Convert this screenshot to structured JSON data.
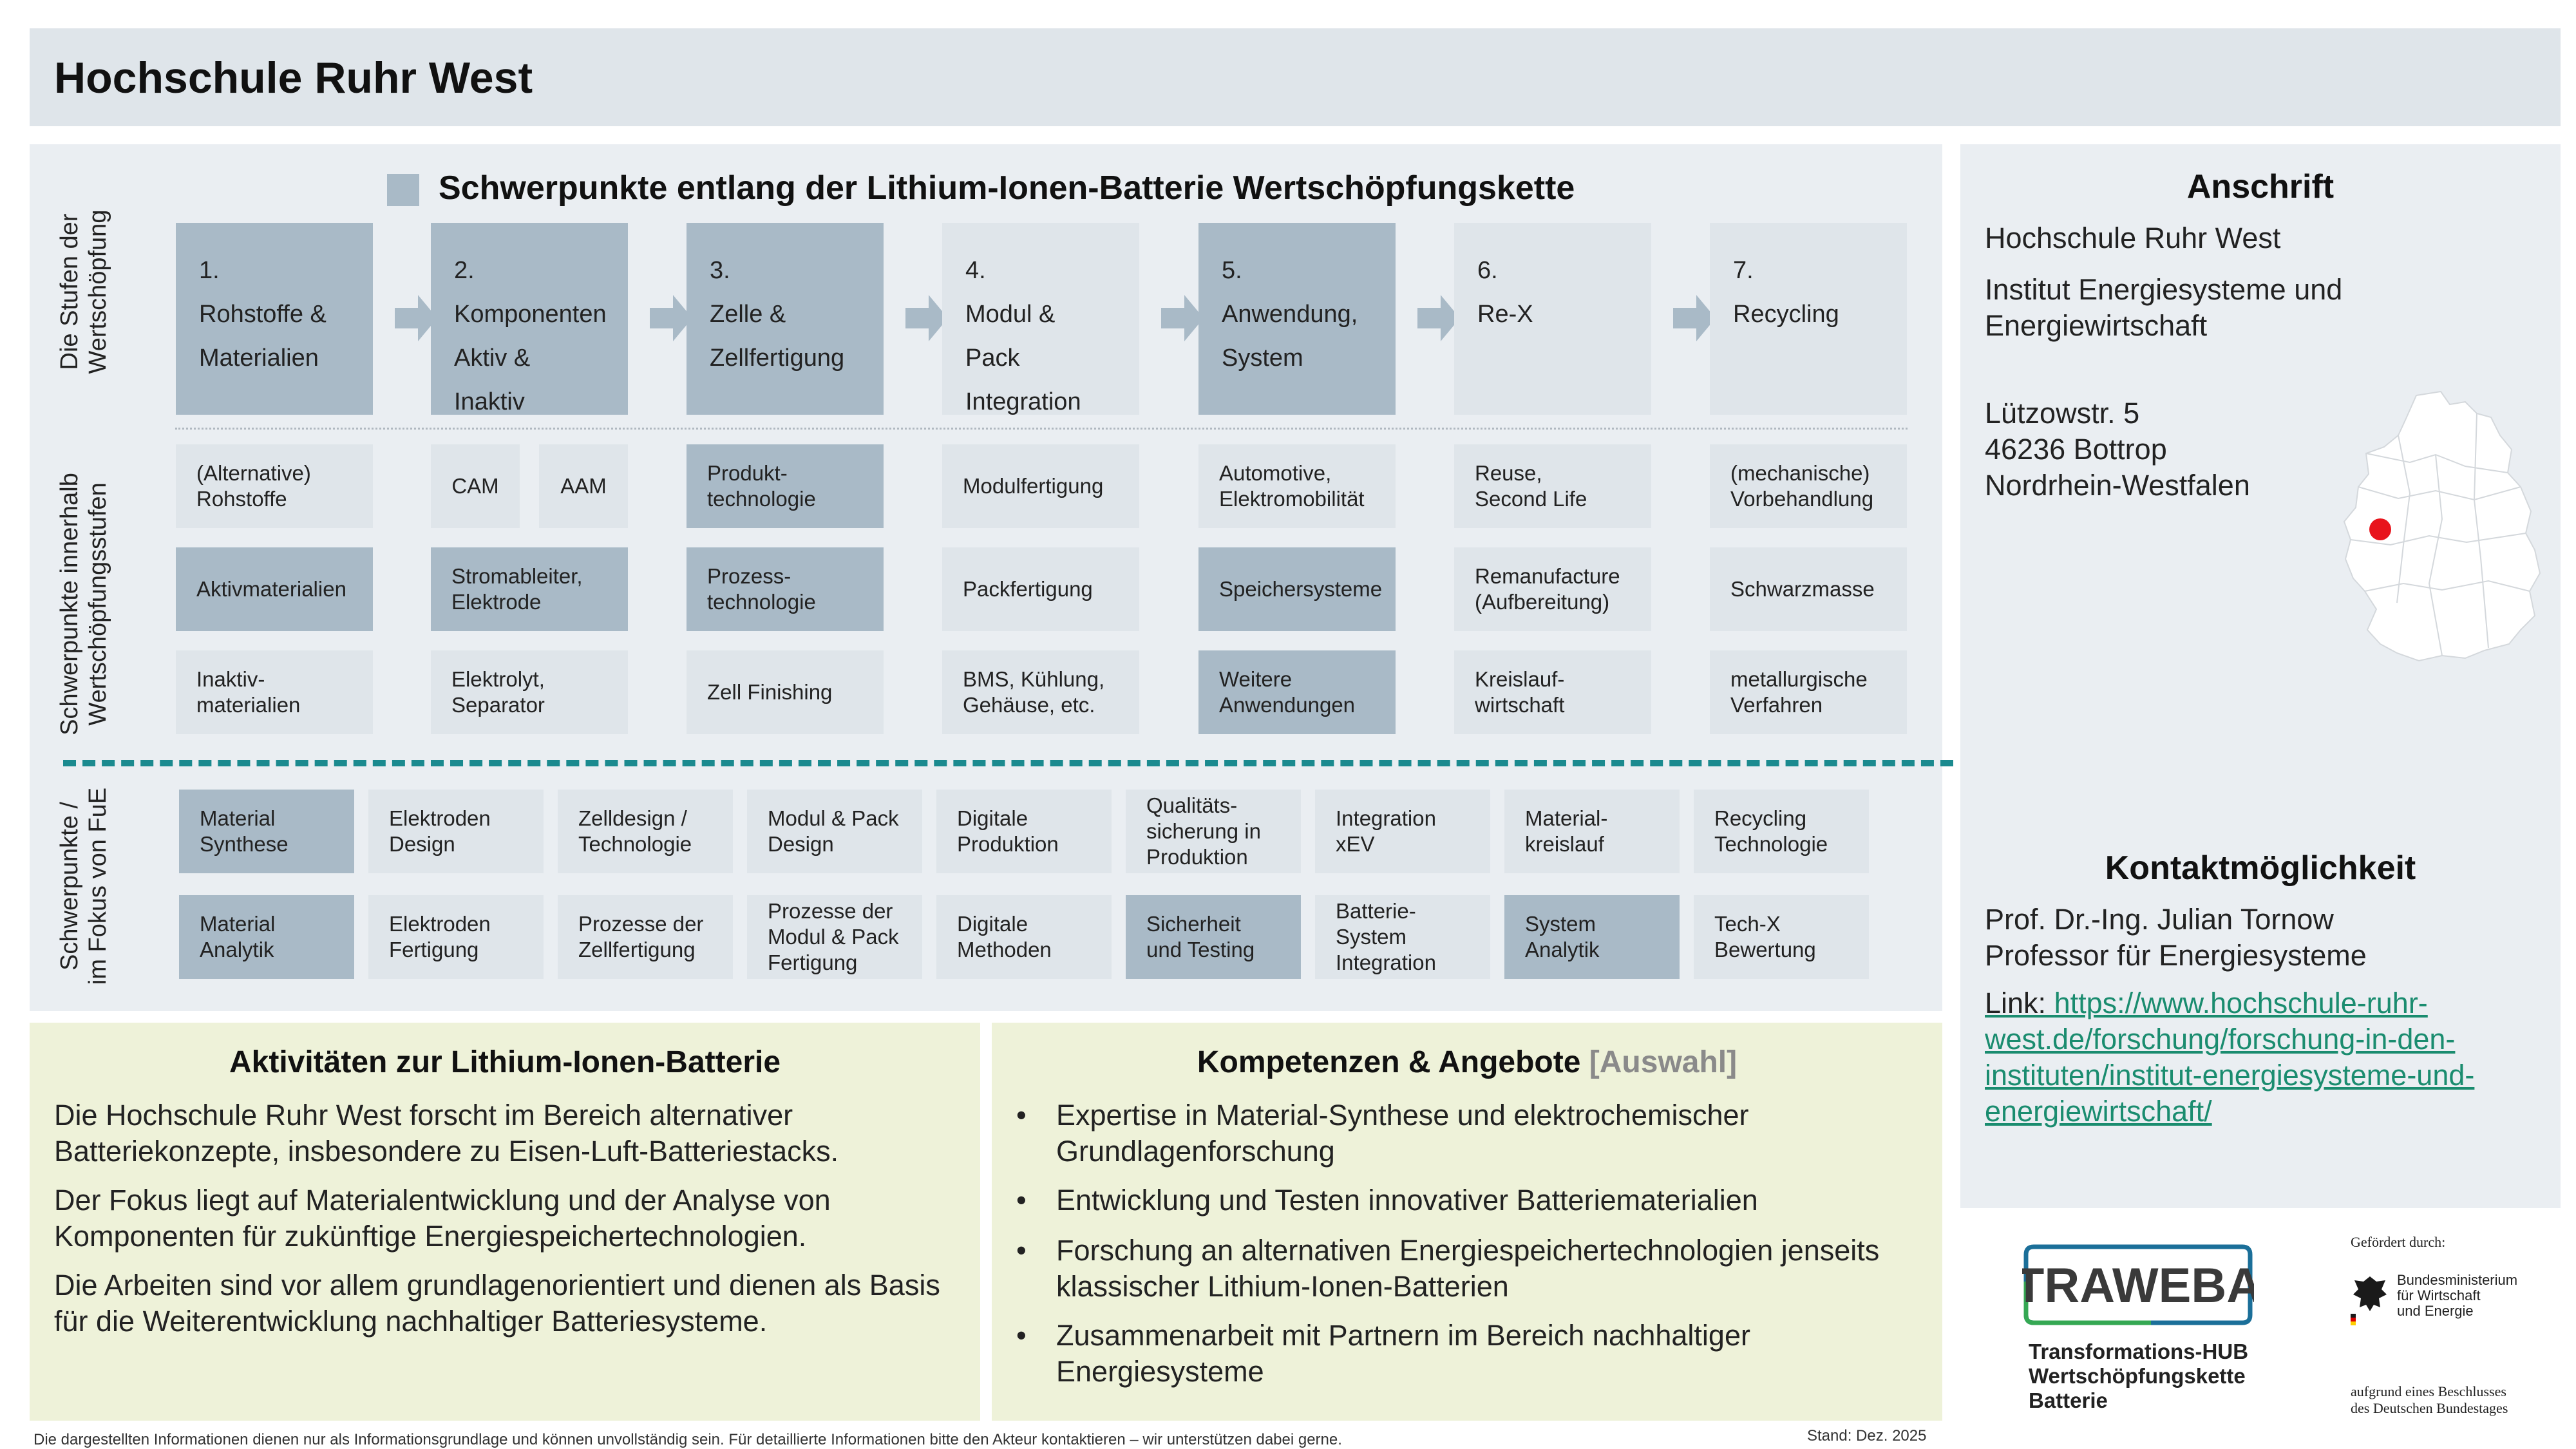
{
  "header": {
    "title": "Hochschule Ruhr West"
  },
  "main": {
    "title": "Schwerpunkte entlang der Lithium-Ionen-Batterie Wertschöpfungskette",
    "row_labels": {
      "stages": "Die Stufen der\nWertschöpfung",
      "focus": "Schwerpunkte innerhalb\nWertschöpfungsstufen",
      "rnd": "Schwerpunkte /\nim Fokus  von FuE"
    },
    "stages": [
      {
        "number": "1.",
        "line1": "Rohstoffe &",
        "line2": "Materialien",
        "highlight": true
      },
      {
        "number": "2.",
        "line1": "Komponenten",
        "line2": "Aktiv & Inaktiv",
        "highlight": true
      },
      {
        "number": "3.",
        "line1": "Zelle &",
        "line2": "Zellfertigung",
        "highlight": true
      },
      {
        "number": "4.",
        "line1": "Modul & Pack",
        "line2": "Integration",
        "highlight": false
      },
      {
        "number": "5.",
        "line1": "Anwendung,",
        "line2": "System",
        "highlight": true
      },
      {
        "number": "6.",
        "line1": "Re-X",
        "line2": "",
        "highlight": false
      },
      {
        "number": "7.",
        "line1": "Recycling",
        "line2": "",
        "highlight": false
      }
    ],
    "focus_cells": [
      {
        "text": "(Alternative)\nRohstoffe",
        "highlight": false
      },
      {
        "text": "CAM",
        "highlight": false
      },
      {
        "text": "AAM",
        "highlight": false
      },
      {
        "text": "Produkt-\ntechnologie",
        "highlight": true
      },
      {
        "text": "Modulfertigung",
        "highlight": false
      },
      {
        "text": "Automotive,\nElektromobilität",
        "highlight": false
      },
      {
        "text": "Reuse,\nSecond Life",
        "highlight": false
      },
      {
        "text": "(mechanische)\nVorbehandlung",
        "highlight": false
      },
      {
        "text": "Aktivmaterialien",
        "highlight": true
      },
      {
        "text": "Stromableiter,\nElektrode",
        "highlight": true
      },
      {
        "text": "Prozess-\ntechnologie",
        "highlight": true
      },
      {
        "text": "Packfertigung",
        "highlight": false
      },
      {
        "text": "Speichersysteme",
        "highlight": true
      },
      {
        "text": "Remanufacture\n(Aufbereitung)",
        "highlight": false
      },
      {
        "text": "Schwarzmasse",
        "highlight": false
      },
      {
        "text": "Inaktiv-\nmaterialien",
        "highlight": false
      },
      {
        "text": "Elektrolyt,\nSeparator",
        "highlight": false
      },
      {
        "text": "Zell Finishing",
        "highlight": false
      },
      {
        "text": "BMS, Kühlung,\nGehäuse, etc.",
        "highlight": false
      },
      {
        "text": "Weitere\nAnwendungen",
        "highlight": true
      },
      {
        "text": "Kreislauf-\nwirtschaft",
        "highlight": false
      },
      {
        "text": "metallurgische\nVerfahren",
        "highlight": false
      }
    ],
    "rnd_cells": [
      {
        "text": "Material\nSynthese",
        "highlight": true
      },
      {
        "text": "Elektroden\nDesign",
        "highlight": false
      },
      {
        "text": "Zelldesign /\nTechnologie",
        "highlight": false
      },
      {
        "text": "Modul & Pack\nDesign",
        "highlight": false
      },
      {
        "text": "Digitale\nProduktion",
        "highlight": false
      },
      {
        "text": "Qualitäts-\nsicherung in\nProduktion",
        "highlight": false
      },
      {
        "text": "Integration\nxEV",
        "highlight": false
      },
      {
        "text": "Material-\nkreislauf",
        "highlight": false
      },
      {
        "text": "Recycling\nTechnologie",
        "highlight": false
      },
      {
        "text": "Material\nAnalytik",
        "highlight": true
      },
      {
        "text": "Elektroden\nFertigung",
        "highlight": false
      },
      {
        "text": "Prozesse der\nZellfertigung",
        "highlight": false
      },
      {
        "text": "Prozesse der\nModul & Pack\nFertigung",
        "highlight": false
      },
      {
        "text": "Digitale\nMethoden",
        "highlight": false
      },
      {
        "text": "Sicherheit\nund Testing",
        "highlight": true
      },
      {
        "text": "Batterie-\nSystem\nIntegration",
        "highlight": false
      },
      {
        "text": "System\nAnalytik",
        "highlight": true
      },
      {
        "text": "Tech-X\nBewertung",
        "highlight": false
      }
    ]
  },
  "side": {
    "address_heading": "Anschrift",
    "org": "Hochschule Ruhr West",
    "institute": "Institut Energiesysteme und\nEnergiewirtschaft",
    "street": "Lützowstr. 5\n46236 Bottrop\nNordrhein-Westfalen",
    "contact_heading": "Kontaktmöglichkeit",
    "person": "Prof. Dr.-Ing. Julian Tornow\nProfessor für Energiesysteme",
    "link_label": "Link: ",
    "link": "https://www.hochschule-ruhr-\nwest.de/forschung/forschung-in-den-\ninstituten/institut-energiesysteme-und-\nenergiewirtschaft/"
  },
  "activities": {
    "heading": "Aktivitäten zur Lithium-Ionen-Batterie",
    "paragraphs": [
      "Die Hochschule Ruhr West forscht im Bereich alternativer Batteriekonzepte, insbesondere zu Eisen-Luft-Batteriestacks.",
      "Der Fokus liegt auf Materialentwicklung und der Analyse von Komponenten für zukünftige Energiespeichertechnologien.",
      "Die Arbeiten sind vor allem grundlagenorientiert und dienen als Basis für die Weiterentwicklung nachhaltiger Batteriesysteme."
    ]
  },
  "competences": {
    "heading": "Kompetenzen & Angebote",
    "heading_suffix": "[Auswahl]",
    "bullet_symbol": "•",
    "bullets": [
      "Expertise in Material-Synthese und elektrochemischer Grundlagenforschung",
      "Entwicklung und Testen innovativer Batteriematerialien",
      "Forschung an alternativen Energiespeichertechnologien jenseits klassischer Lithium-Ionen-Batterien",
      "Zusammenarbeit mit Partnern im Bereich nachhaltiger Energiesysteme"
    ]
  },
  "footer": {
    "note": "Die dargestellten Informationen dienen nur als Informationsgrundlage und können unvollständig sein. Für detaillierte Informationen bitte den Akteur kontaktieren – wir unterstützen dabei gerne.",
    "stand": "Stand: Dez. 2025"
  },
  "logos": {
    "traweba_name": "TRAWEBA",
    "traweba_sub": "Transformations-HUB\nWertschöpfungskette\nBatterie",
    "bmwk_top": "Gefördert durch:",
    "bmwk_text": "Bundesministerium\nfür Wirtschaft\nund Energie",
    "bmwk_bottom": "aufgrund eines Beschlusses\ndes Deutschen Bundestages"
  },
  "colors": {
    "highlight": "#a9bac7",
    "light": "#dfe5ea",
    "panel": "#eaeef2",
    "bottom_panel": "#eef2d9",
    "dash": "#1b8a8f",
    "link": "#1a8c6f",
    "marker": "#e8141c"
  }
}
